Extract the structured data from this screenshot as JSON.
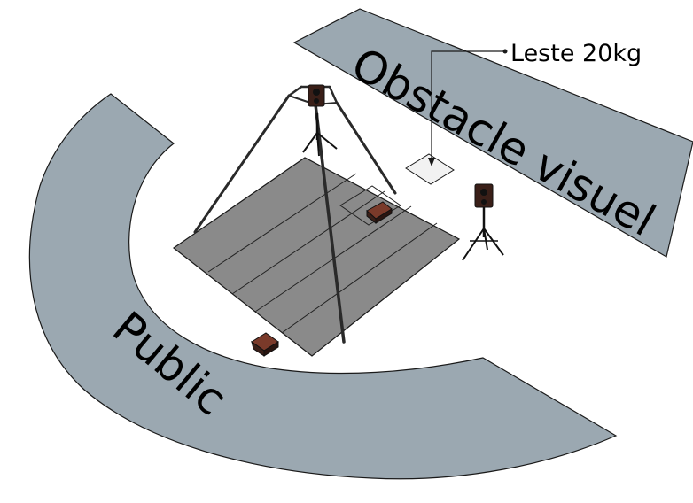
{
  "labels": {
    "obstacle": "Obstacle visuel",
    "public": "Public",
    "weight": "Leste 20kg"
  },
  "colors": {
    "zone_fill": "#9ba8b1",
    "stage_fill": "#8a8a8a",
    "outline": "#1a1a1a",
    "speaker_body": "#3a1f18",
    "speaker_front": "#7a3a2a"
  },
  "icons": {
    "speaker": "loudspeaker-on-tripod-icon",
    "floor_speaker": "floor-monitor-icon",
    "tripod": "lighting-tripod-icon"
  }
}
